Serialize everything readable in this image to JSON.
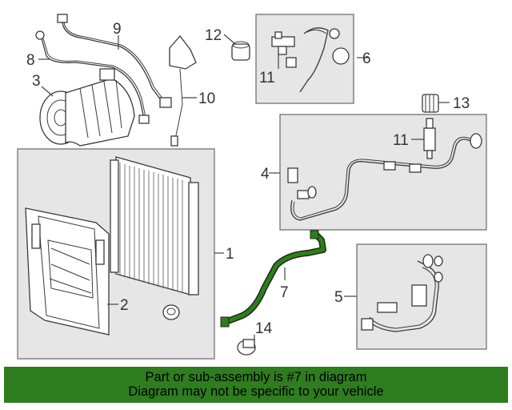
{
  "callouts": {
    "c1": "1",
    "c2": "2",
    "c3": "3",
    "c4": "4",
    "c5": "5",
    "c6": "6",
    "c7": "7",
    "c8": "8",
    "c9": "9",
    "c10": "10",
    "c11a": "11",
    "c11b": "11",
    "c12": "12",
    "c13": "13",
    "c14": "14"
  },
  "highlight_color": "#2e7d1f",
  "footer": {
    "line1": "Part or sub-assembly is #7 in diagram",
    "line2": "Diagram may not be specific to your vehicle"
  }
}
